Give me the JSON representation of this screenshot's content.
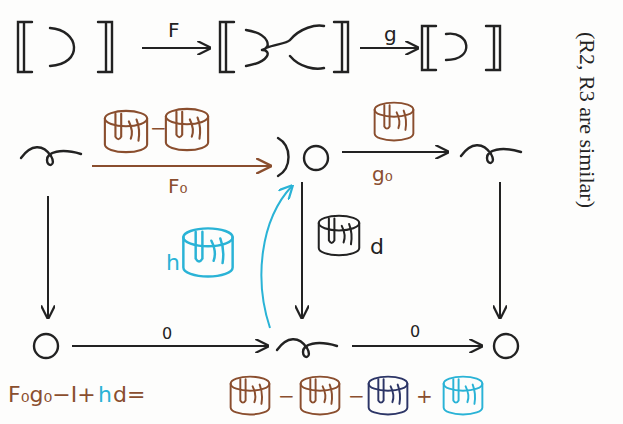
{
  "diagram": {
    "labels": [
      "F",
      "g",
      "−",
      "F₀",
      "g₀",
      "h",
      "d",
      "0",
      "0",
      "F₀g₀−I+",
      "h",
      "d=",
      "−",
      "−",
      "+",
      "(R2, R3 are similar)"
    ]
  }
}
